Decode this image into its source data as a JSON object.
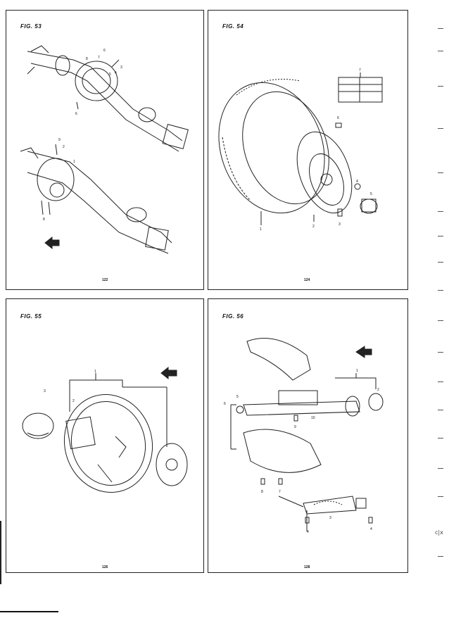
{
  "panels": [
    {
      "fig": "FIG. 53",
      "page": "122",
      "callouts": [
        "6",
        "7",
        "8",
        "3",
        "4",
        "5",
        "1",
        "9",
        "2",
        "6",
        "8"
      ]
    },
    {
      "fig": "FIG. 54",
      "page": "124",
      "callouts": [
        "1",
        "2",
        "3",
        "4",
        "5",
        "6",
        "7"
      ]
    },
    {
      "fig": "FIG. 55",
      "page": "126",
      "callouts": [
        "1",
        "2",
        "3"
      ]
    },
    {
      "fig": "FIG. 56",
      "page": "128",
      "callouts": [
        "6",
        "5",
        "1",
        "2",
        "10",
        "9",
        "8",
        "7",
        "3",
        "4",
        "4"
      ]
    }
  ],
  "margin_scrawl": "c|x"
}
